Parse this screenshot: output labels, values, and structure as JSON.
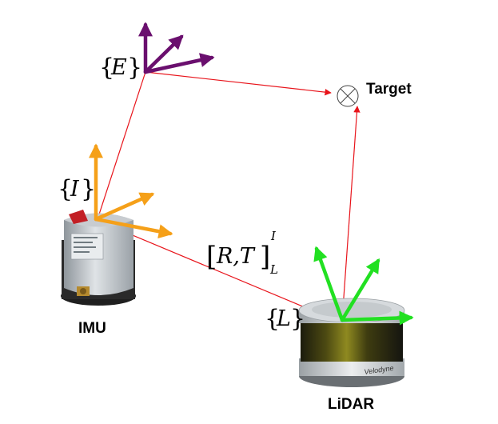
{
  "frames": {
    "earth": {
      "symbol": "E"
    },
    "imu": {
      "symbol": "I"
    },
    "lidar": {
      "symbol": "L"
    }
  },
  "transform": {
    "body": "R,T",
    "superscript": "I",
    "subscript": "L"
  },
  "labels": {
    "target": "Target",
    "imu": "IMU",
    "lidar": "LiDAR",
    "lidar_brand": "Velodyne"
  },
  "colors": {
    "link": "#e8141b",
    "earth_axes": "#6a0f6e",
    "imu_axes": "#f5a019",
    "lidar_axes": "#22e022"
  },
  "icons": {
    "target": "circle-cross-icon"
  }
}
